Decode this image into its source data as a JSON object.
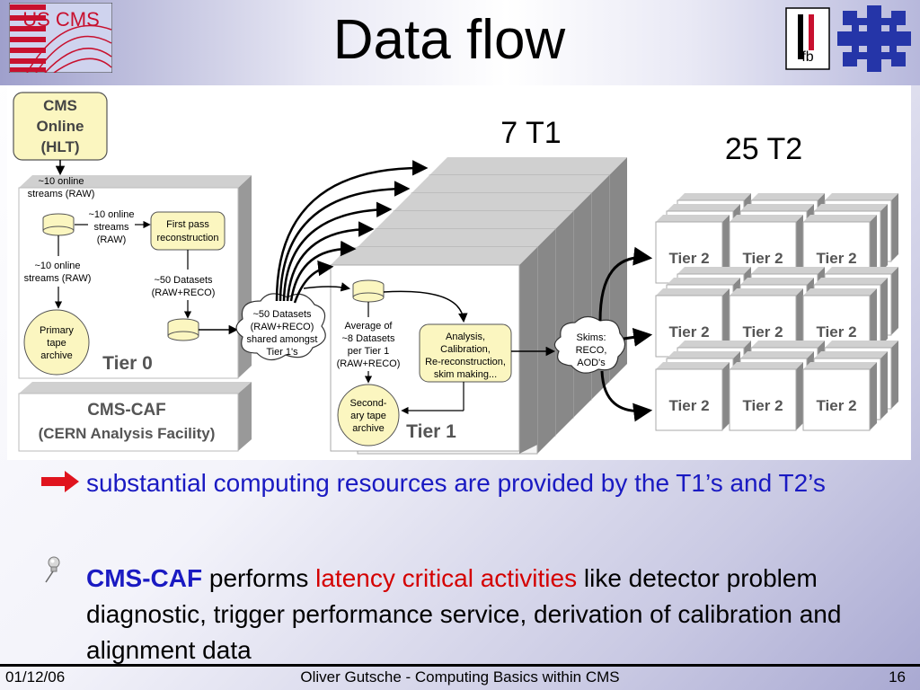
{
  "slide": {
    "title": "Data flow",
    "logo_left_text": "US CMS",
    "logo_mid_text": "fb"
  },
  "diagram": {
    "cms_online": [
      "CMS",
      "Online",
      "(HLT)"
    ],
    "online_streams_1": [
      "~10 online",
      "streams (RAW)"
    ],
    "online_streams_2": [
      "~10 online",
      "streams",
      "(RAW)"
    ],
    "online_streams_3": [
      "~10 online",
      "streams (RAW)"
    ],
    "first_pass": [
      "First pass",
      "reconstruction"
    ],
    "datasets_50": [
      "~50 Datasets",
      "(RAW+RECO)"
    ],
    "primary_tape": [
      "Primary",
      "tape",
      "archive"
    ],
    "tier0_label": "Tier 0",
    "caf_title": "CMS-CAF",
    "caf_subtitle": "(CERN Analysis Facility)",
    "shared_cloud": [
      "~50 Datasets",
      "(RAW+RECO)",
      "shared amongst",
      "Tier 1's"
    ],
    "t1_count": "7 T1",
    "t2_count": "25 T2",
    "avg_datasets": [
      "Average of",
      "~8 Datasets",
      "per Tier 1",
      "(RAW+RECO)"
    ],
    "analysis_box": [
      "Analysis,",
      "Calibration,",
      "Re-reconstruction,",
      "skim making..."
    ],
    "secondary_tape": [
      "Second-",
      "ary tape",
      "archive"
    ],
    "tier1_label": "Tier 1",
    "skims_cloud": [
      "Skims:",
      "RECO,",
      "AOD's"
    ],
    "tier2_label": "Tier 2"
  },
  "bullets": {
    "b1": "substantial computing resources are provided by the T1’s and T2’s",
    "b2_a": "CMS-CAF",
    "b2_b": " performs ",
    "b2_c": "latency critical activities",
    "b2_d": " like detector problem diagnostic, trigger performance service, derivation of calibration and alignment data"
  },
  "footer": {
    "date": "01/12/06",
    "center": "Oliver Gutsche - Computing Basics within CMS",
    "page": "16"
  },
  "colors": {
    "accent_blue": "#1a1ac2",
    "accent_red": "#d40000",
    "yellow_box": "#fbf6c0",
    "bullet_red": "#e0141e"
  }
}
